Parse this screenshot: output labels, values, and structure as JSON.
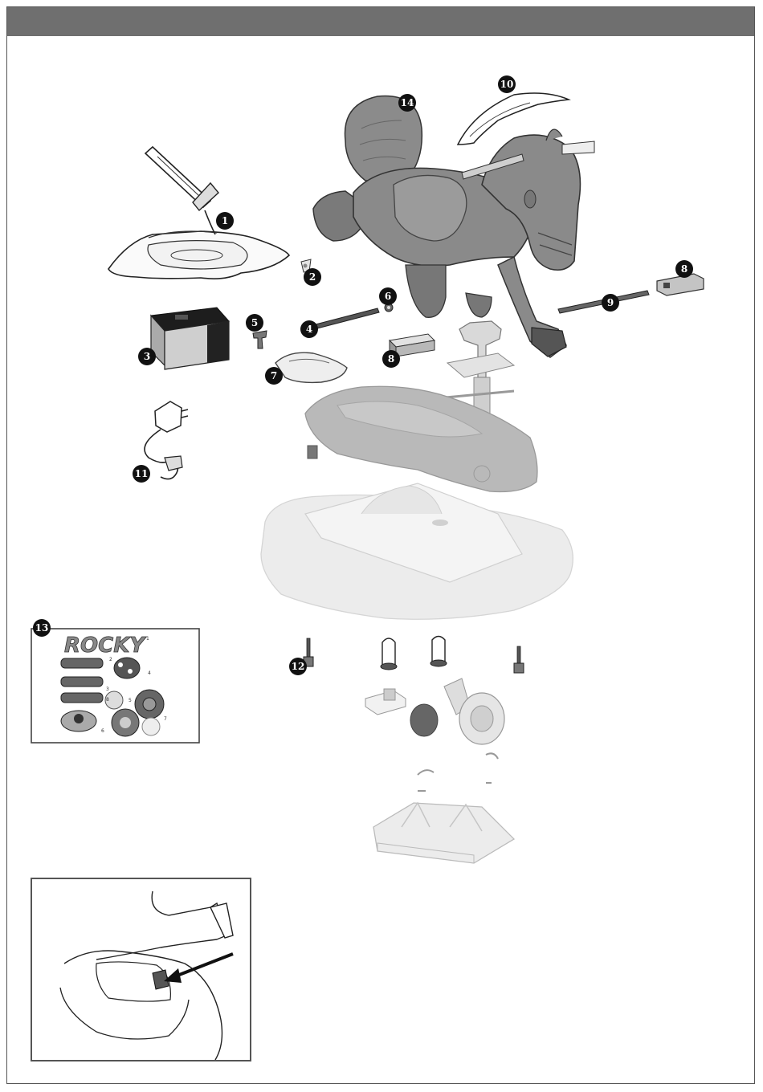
{
  "callouts": [
    {
      "id": "1",
      "label": "1"
    },
    {
      "id": "2",
      "label": "2"
    },
    {
      "id": "3",
      "label": "3"
    },
    {
      "id": "4",
      "label": "4"
    },
    {
      "id": "5",
      "label": "5"
    },
    {
      "id": "6",
      "label": "6"
    },
    {
      "id": "7",
      "label": "7"
    },
    {
      "id": "8a",
      "label": "8"
    },
    {
      "id": "8b",
      "label": "8"
    },
    {
      "id": "9",
      "label": "9"
    },
    {
      "id": "10",
      "label": "10"
    },
    {
      "id": "11",
      "label": "11"
    },
    {
      "id": "12",
      "label": "12"
    },
    {
      "id": "13",
      "label": "13"
    },
    {
      "id": "14",
      "label": "14"
    }
  ],
  "sticker_sheet": {
    "title": "ROCKY",
    "numbers": [
      "1",
      "2",
      "3",
      "4",
      "5",
      "6",
      "7",
      "8"
    ]
  },
  "colors": {
    "header": "#6f6f6f",
    "horse_body": "#8a8a8a",
    "base": "#e9e9e9",
    "saddle_base": "#b9b9b9",
    "callout": "#111111"
  }
}
